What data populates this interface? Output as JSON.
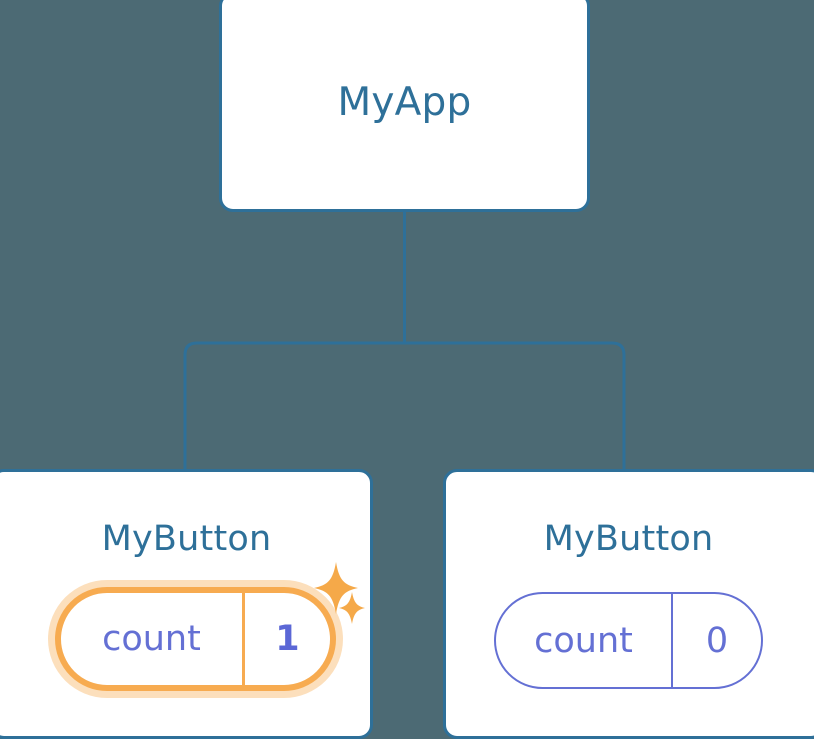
{
  "diagram": {
    "type": "component-tree",
    "background_color": "#4c6a74",
    "node_border_color": "#2e7099",
    "node_title_color": "#2e7099",
    "connector_color": "#2e7099",
    "state_color": "#6470d4",
    "highlight_color": "#f7ab50",
    "nodes": [
      {
        "id": "myapp",
        "title": "MyApp",
        "role": "root-component"
      },
      {
        "id": "mybutton-left",
        "title": "MyButton",
        "role": "child-component",
        "highlighted": true,
        "state": {
          "key": "count",
          "value": "1"
        },
        "sparkles": 2
      },
      {
        "id": "mybutton-right",
        "title": "MyButton",
        "role": "child-component",
        "highlighted": false,
        "state": {
          "key": "count",
          "value": "0"
        },
        "sparkles": 0
      }
    ],
    "edges": [
      {
        "from": "myapp",
        "to": "mybutton-left"
      },
      {
        "from": "myapp",
        "to": "mybutton-right"
      }
    ],
    "icons": {
      "sparkle_large": "sparkle-icon",
      "sparkle_small": "sparkle-icon"
    }
  }
}
